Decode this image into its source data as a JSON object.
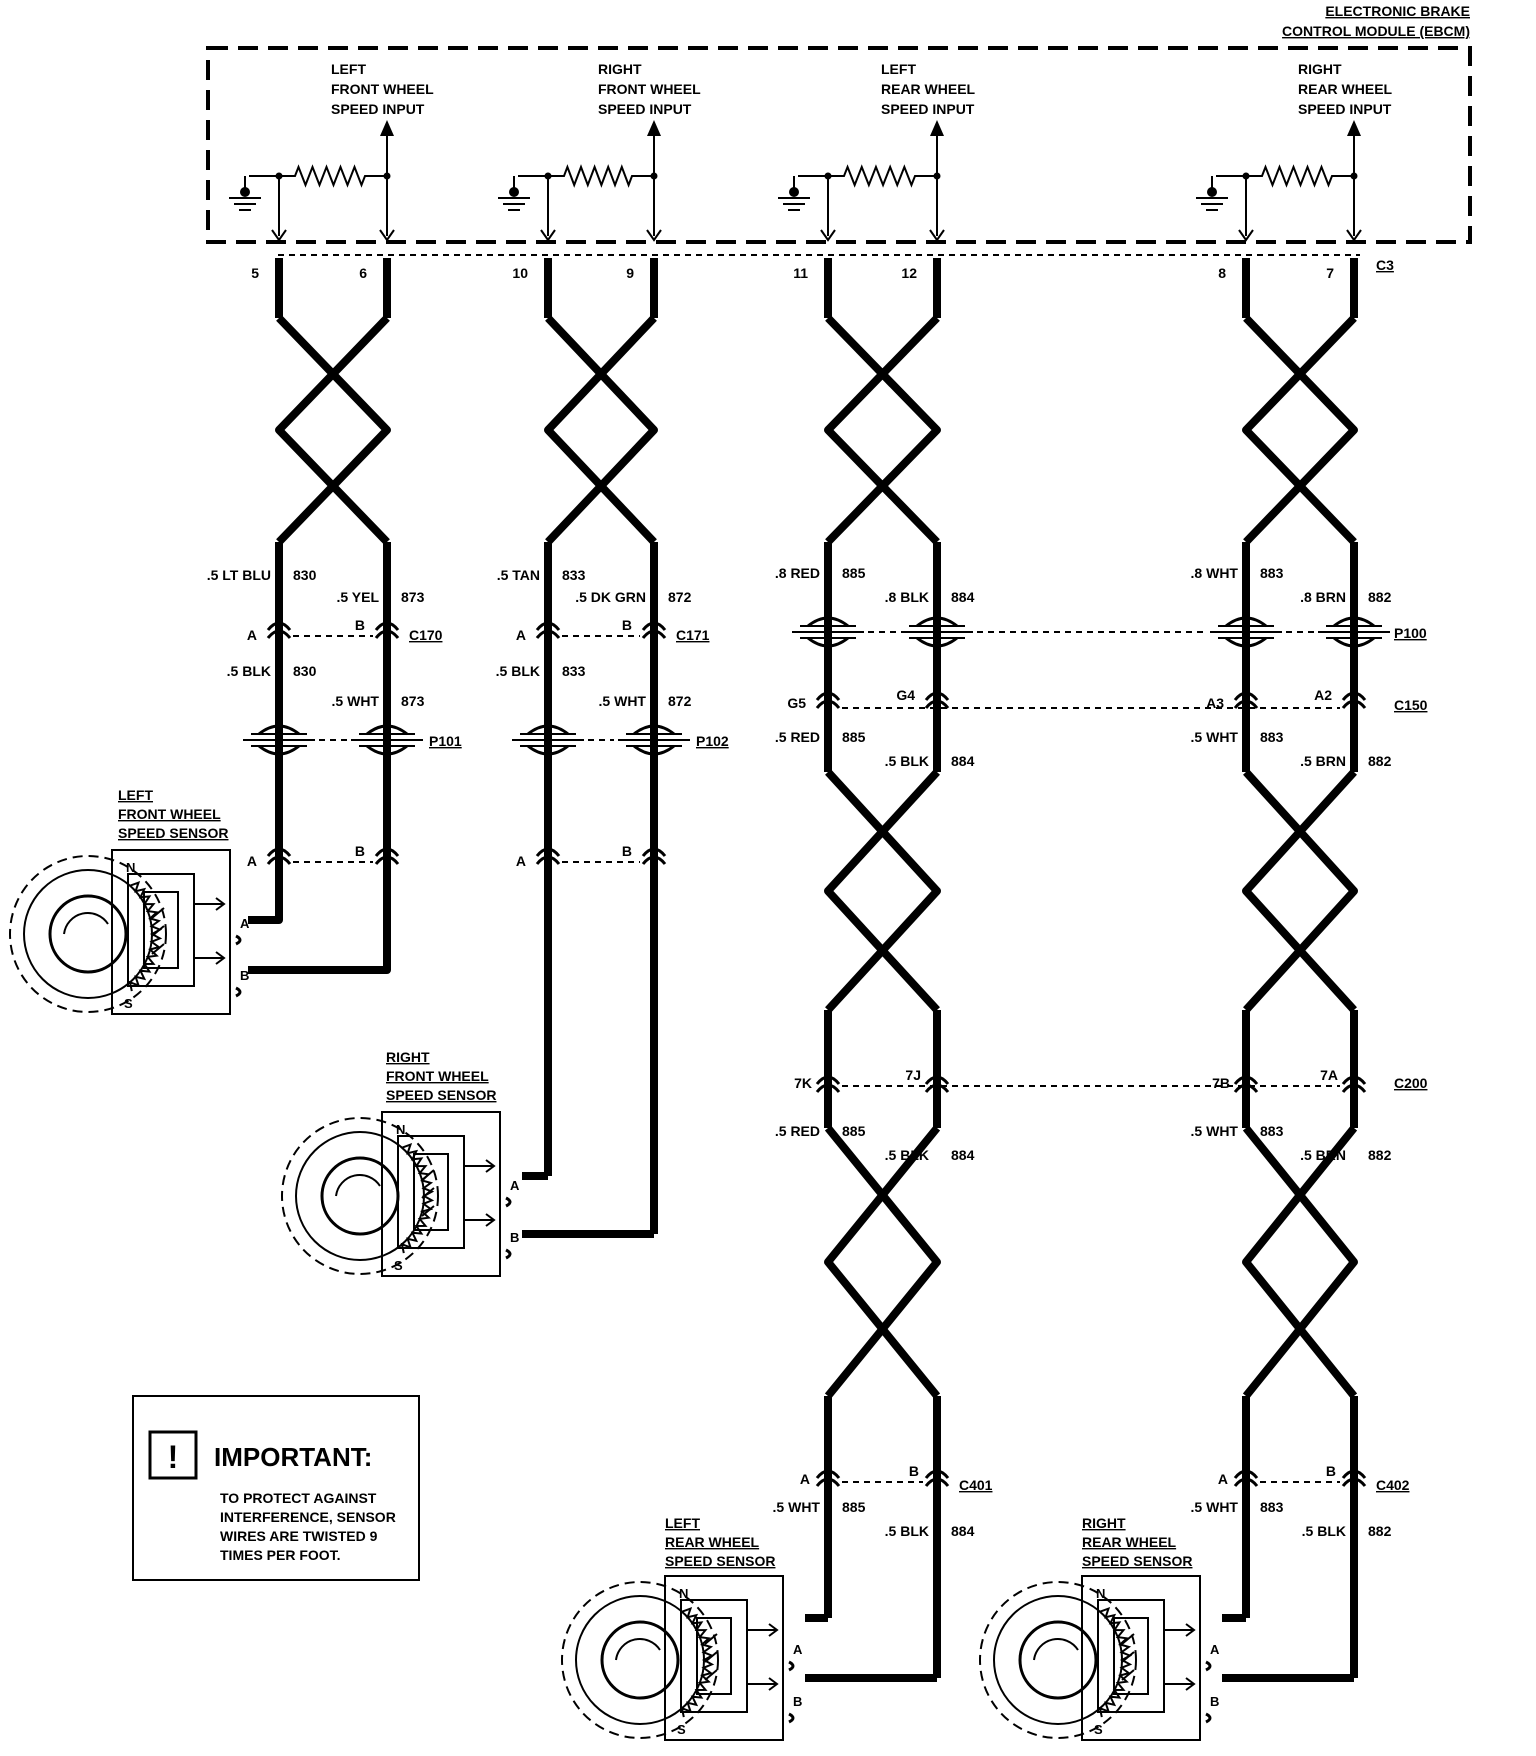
{
  "ebcm": {
    "line1": "ELECTRONIC BRAKE",
    "line2": "CONTROL MODULE (EBCM)"
  },
  "inputs": [
    {
      "lines": [
        "LEFT",
        "FRONT WHEEL",
        "SPEED INPUT"
      ],
      "pins": [
        "5",
        "6"
      ]
    },
    {
      "lines": [
        "RIGHT",
        "FRONT WHEEL",
        "SPEED INPUT"
      ],
      "pins": [
        "10",
        "9"
      ]
    },
    {
      "lines": [
        "LEFT",
        "REAR WHEEL",
        "SPEED INPUT"
      ],
      "pins": [
        "11",
        "12"
      ]
    },
    {
      "lines": [
        "RIGHT",
        "REAR WHEEL",
        "SPEED INPUT"
      ],
      "pins": [
        "8",
        "7"
      ]
    }
  ],
  "connector_c3": "C3",
  "lf": {
    "wire1": {
      "gauge": ".5 LT BLU",
      "circuit": "830"
    },
    "wire2": {
      "gauge": ".5 YEL",
      "circuit": "873"
    },
    "conn1": {
      "name": "C170",
      "a": "A",
      "b": "B"
    },
    "wire3": {
      "gauge": ".5 BLK",
      "circuit": "830"
    },
    "wire4": {
      "gauge": ".5 WHT",
      "circuit": "873"
    },
    "pass": "P101",
    "conn2": {
      "a": "A",
      "b": "B"
    }
  },
  "rf": {
    "wire1": {
      "gauge": ".5 TAN",
      "circuit": "833"
    },
    "wire2": {
      "gauge": ".5 DK GRN",
      "circuit": "872"
    },
    "conn1": {
      "name": "C171",
      "a": "A",
      "b": "B"
    },
    "wire3": {
      "gauge": ".5 BLK",
      "circuit": "833"
    },
    "wire4": {
      "gauge": ".5 WHT",
      "circuit": "872"
    },
    "pass": "P102",
    "conn2": {
      "a": "A",
      "b": "B"
    }
  },
  "lr": {
    "wire1": {
      "gauge": ".8 RED",
      "circuit": "885"
    },
    "wire2": {
      "gauge": ".8 BLK",
      "circuit": "884"
    },
    "c150": {
      "a": "G5",
      "b": "G4"
    },
    "wire3": {
      "gauge": ".5 RED",
      "circuit": "885"
    },
    "wire4": {
      "gauge": ".5 BLK",
      "circuit": "884"
    },
    "c200": {
      "a": "7K",
      "b": "7J"
    },
    "wire5": {
      "gauge": ".5 RED",
      "circuit": "885"
    },
    "wire6": {
      "gauge": ".5 BLK",
      "circuit": "884"
    },
    "conn": {
      "name": "C401",
      "a": "A",
      "b": "B"
    },
    "wire7": {
      "gauge": ".5 WHT",
      "circuit": "885"
    },
    "wire8": {
      "gauge": ".5 BLK",
      "circuit": "884"
    }
  },
  "rr": {
    "wire1": {
      "gauge": ".8 WHT",
      "circuit": "883"
    },
    "wire2": {
      "gauge": ".8 BRN",
      "circuit": "882"
    },
    "c150": {
      "a": "A3",
      "b": "A2"
    },
    "wire3": {
      "gauge": ".5 WHT",
      "circuit": "883"
    },
    "wire4": {
      "gauge": ".5 BRN",
      "circuit": "882"
    },
    "c200": {
      "a": "7B",
      "b": "7A"
    },
    "wire5": {
      "gauge": ".5 WHT",
      "circuit": "883"
    },
    "wire6": {
      "gauge": ".5 BRN",
      "circuit": "882"
    },
    "conn": {
      "name": "C402",
      "a": "A",
      "b": "B"
    },
    "wire7": {
      "gauge": ".5 WHT",
      "circuit": "883"
    },
    "wire8": {
      "gauge": ".5 BLK",
      "circuit": "882"
    }
  },
  "shared": {
    "p100": "P100",
    "c150": "C150",
    "c200": "C200"
  },
  "sensors": {
    "lf": {
      "lines": [
        "LEFT",
        "FRONT WHEEL",
        "SPEED SENSOR"
      ]
    },
    "rf": {
      "lines": [
        "RIGHT",
        "FRONT WHEEL",
        "SPEED SENSOR"
      ]
    },
    "lr": {
      "lines": [
        "LEFT",
        "REAR WHEEL",
        "SPEED SENSOR"
      ]
    },
    "rr": {
      "lines": [
        "RIGHT",
        "REAR WHEEL",
        "SPEED SENSOR"
      ]
    },
    "pole_n": "N",
    "pole_s": "S",
    "term_a": "A",
    "term_b": "B"
  },
  "important": {
    "title": "IMPORTANT:",
    "lines": [
      "TO PROTECT AGAINST",
      "INTERFERENCE, SENSOR",
      "WIRES ARE TWISTED 9",
      "TIMES PER FOOT."
    ]
  }
}
